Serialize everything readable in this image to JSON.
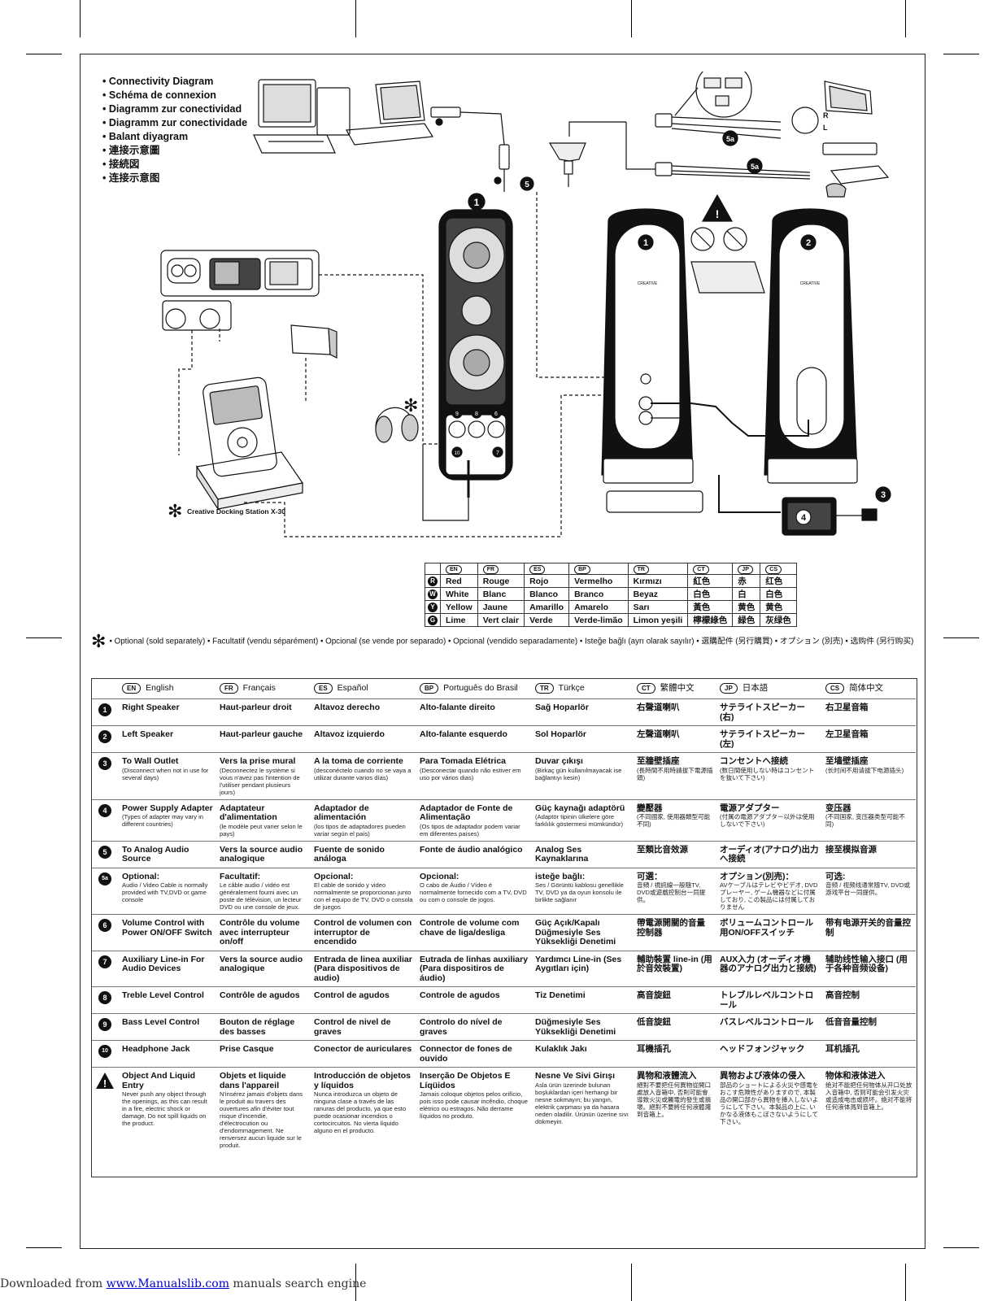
{
  "bullets": [
    "Connectivity Diagram",
    "Schéma de connexion",
    "Diagramm zur conectividad",
    "Diagramm zur conectividade",
    "Balant diyagram",
    "連接示意圖",
    "接続図",
    "连接示意图"
  ],
  "diagram": {
    "star_symbol": "✻",
    "dock_label": "Creative Docking Station X-30",
    "brand": "CREATIVE",
    "label_5": "5",
    "label_5a": "5a",
    "port_r": "R",
    "port_l": "L",
    "callouts": [
      "1",
      "2",
      "3",
      "4",
      "6",
      "7",
      "8",
      "9",
      "10"
    ]
  },
  "color_table": {
    "langs": [
      "EN",
      "FR",
      "ES",
      "BP",
      "TR",
      "CT",
      "JP",
      "CS"
    ],
    "rows": [
      {
        "key": "R",
        "cells": [
          "Red",
          "Rouge",
          "Rojo",
          "Vermelho",
          "Kırmızı",
          "紅色",
          "赤",
          "红色"
        ]
      },
      {
        "key": "W",
        "cells": [
          "White",
          "Blanc",
          "Blanco",
          "Branco",
          "Beyaz",
          "白色",
          "白",
          "白色"
        ]
      },
      {
        "key": "Y",
        "cells": [
          "Yellow",
          "Jaune",
          "Amarillo",
          "Amarelo",
          "Sarı",
          "黃色",
          "黄色",
          "黄色"
        ]
      },
      {
        "key": "G",
        "cells": [
          "Lime",
          "Vert clair",
          "Verde",
          "Verde-limão",
          "Limon yeşili",
          "檸檬綠色",
          "緑色",
          "灰绿色"
        ]
      }
    ]
  },
  "optional_note": "• Optional (sold separately) • Facultatif (vendu séparément) • Opcional (se vende por separado) • Opcional (vendido separadamente) • Isteğe bağlı (ayrı olarak sayılır) • 選購配件 (另行購買) • オプション (別売) • 选购件 (另行购买)",
  "legend": {
    "headers": [
      {
        "code": "EN",
        "name": "English"
      },
      {
        "code": "FR",
        "name": "Français"
      },
      {
        "code": "ES",
        "name": "Español"
      },
      {
        "code": "BP",
        "name": "Português do Brasil"
      },
      {
        "code": "TR",
        "name": "Türkçe"
      },
      {
        "code": "CT",
        "name": "繁體中文"
      },
      {
        "code": "JP",
        "name": "日本語"
      },
      {
        "code": "CS",
        "name": "简体中文"
      }
    ],
    "rows": [
      {
        "num": "1",
        "cells": [
          {
            "t": "Right Speaker"
          },
          {
            "t": "Haut-parleur droit"
          },
          {
            "t": "Altavoz derecho"
          },
          {
            "t": "Alto-falante direito"
          },
          {
            "t": "Sağ Hoparlör"
          },
          {
            "t": "右聲道喇叭"
          },
          {
            "t": "サテライトスピーカー(右)"
          },
          {
            "t": "右卫星音箱"
          }
        ]
      },
      {
        "num": "2",
        "cells": [
          {
            "t": "Left Speaker"
          },
          {
            "t": "Haut-parleur gauche"
          },
          {
            "t": "Altavoz izquierdo"
          },
          {
            "t": "Alto-falante esquerdo"
          },
          {
            "t": "Sol Hoparlör"
          },
          {
            "t": "左聲道喇叭"
          },
          {
            "t": "サテライトスピーカー(左)"
          },
          {
            "t": "左卫星音箱"
          }
        ]
      },
      {
        "num": "3",
        "cells": [
          {
            "t": "To Wall Outlet",
            "s": "(Disconnect when not in use for several days)"
          },
          {
            "t": "Vers la prise mural",
            "s": "(Deconnectez le système si vous n'avez pas l'intention de l'utiliser pendant plusieurs jours)"
          },
          {
            "t": "A la toma de corriente",
            "s": "(desconéctelo cuando no se vaya a utilizar durante varios días)"
          },
          {
            "t": "Para Tomada Elétrica",
            "s": "(Desconectar quando não estiver em uso por vários dias)"
          },
          {
            "t": "Duvar çıkışı",
            "s": "(Birkaç gün kullanılmayacak ise bağlantıyı kesin)"
          },
          {
            "t": "至牆壁插座",
            "s": "(長時間不用時請拔下電源插頭)"
          },
          {
            "t": "コンセントへ接続",
            "s": "(数日間使用しない時はコンセントを抜いて下さい)"
          },
          {
            "t": "至墙壁插座",
            "s": "(长时间不用请拔下电源插头)"
          }
        ]
      },
      {
        "num": "4",
        "cells": [
          {
            "t": "Power Supply Adapter",
            "s": "(Types of adapter may vary in different countries)"
          },
          {
            "t": "Adaptateur d'alimentation",
            "s": "(le modèle peut varier selon le pays)"
          },
          {
            "t": "Adaptador de alimentación",
            "s": "(los tipos de adaptadores pueden variar según el país)"
          },
          {
            "t": "Adaptador de Fonte de Alimentação",
            "s": "(Os tipos de adaptador podem variar em diferentes países)"
          },
          {
            "t": "Güç kaynağı adaptörü",
            "s": "(Adaptör tipinin ülkelere göre farklılık göstermesi mümkündür)"
          },
          {
            "t": "變壓器",
            "s": "(不同國家, 使用器類型可能不同)"
          },
          {
            "t": "電源アダプター",
            "s": "(付属の電源アダプター以外は使用しないで下さい)"
          },
          {
            "t": "变压器",
            "s": "(不同国家, 变压器类型可能不同)"
          }
        ]
      },
      {
        "num": "5",
        "cells": [
          {
            "t": "To Analog Audio Source"
          },
          {
            "t": "Vers la source audio analogique"
          },
          {
            "t": "Fuente de sonido análoga"
          },
          {
            "t": "Fonte de áudio analógico"
          },
          {
            "t": "Analog Ses Kaynaklarına"
          },
          {
            "t": "至類比音效源"
          },
          {
            "t": "オーディオ(アナログ)出力へ接続"
          },
          {
            "t": "接至模拟音源"
          }
        ]
      },
      {
        "num": "5a",
        "cells": [
          {
            "t": "Optional:",
            "s": "Audio / Video Cable is normally provided with TV,DVD or game console"
          },
          {
            "t": "Facultatif:",
            "s": "Le câble audio / vidéo est généralement fourni avec un poste de télévision, un lecteur DVD ou une console de jeux."
          },
          {
            "t": "Opcional:",
            "s": "El cable de sonido y video normalmente se proporcionan junto con el equipo de TV, DVD o consola de juegos"
          },
          {
            "t": "Opcional:",
            "s": "O cabo de Áudio / Vídeo é normalmente fornecido com a TV, DVD ou com o console de jogos."
          },
          {
            "t": "isteğe bağlı:",
            "s": "Ses / Görüntü kablosu genellikle TV, DVD ya da oyun konsolu ile birlikte sağlanır"
          },
          {
            "t": "可選：",
            "s": "音頻 / 視訊線一般隨TV, DVD或遊戲控制台一同提供。"
          },
          {
            "t": "オプション(別売)：",
            "s": "AVケーブルはテレビやビデオ, DVDプレーヤー, ゲーム機器などに付属しており, この製品には付属しておりません"
          },
          {
            "t": "可选:",
            "s": "音频 / 视频线通常随TV, DVD或游戏平台一同提供。"
          }
        ]
      },
      {
        "num": "6",
        "cells": [
          {
            "t": "Volume Control with Power ON/OFF Switch"
          },
          {
            "t": "Contrôle du volume avec interrupteur on/off"
          },
          {
            "t": "Control de volumen con interruptor de encendido"
          },
          {
            "t": "Controle de volume com chave de liga/desliga"
          },
          {
            "t": "Güç Açık/Kapalı Düğmesiyle Ses Yüksekliği Denetimi"
          },
          {
            "t": "帶電源開關的音量控制器"
          },
          {
            "t": "ボリュームコントロール用ON/OFFスイッチ"
          },
          {
            "t": "带有电源开关的音量控制"
          }
        ]
      },
      {
        "num": "7",
        "cells": [
          {
            "t": "Auxiliary Line-in For Audio Devices"
          },
          {
            "t": "Vers la source audio analogique"
          },
          {
            "t": "Entrada de linea auxiliar (Para dispositivos de audio)"
          },
          {
            "t": "Eutrada de linhas auxiliary (Para dispositiros de áudio)"
          },
          {
            "t": "Yardımcı Line-in (Ses Aygıtları için)"
          },
          {
            "t": "輔助裝置 line-in (用於音效裝置)"
          },
          {
            "t": "AUX入力 (オーディオ機器のアナログ出力と接続)"
          },
          {
            "t": "辅助线性输入接口 (用于各种音频设备)"
          }
        ]
      },
      {
        "num": "8",
        "cells": [
          {
            "t": "Treble Level Control"
          },
          {
            "t": "Contrôle de agudos"
          },
          {
            "t": "Control de agudos"
          },
          {
            "t": "Controle de agudos"
          },
          {
            "t": "Tiz Denetimi"
          },
          {
            "t": "高音旋鈕"
          },
          {
            "t": "トレブルレベルコントロール"
          },
          {
            "t": "高音控制"
          }
        ]
      },
      {
        "num": "9",
        "cells": [
          {
            "t": "Bass Level Control"
          },
          {
            "t": "Bouton de réglage des basses"
          },
          {
            "t": "Control de nivel de graves"
          },
          {
            "t": "Controlo do nível de graves"
          },
          {
            "t": "Düğmesiyle Ses Yüksekliği Denetimi"
          },
          {
            "t": "低音旋鈕"
          },
          {
            "t": "バスレベルコントロール"
          },
          {
            "t": "低音音量控制"
          }
        ]
      },
      {
        "num": "10",
        "cells": [
          {
            "t": "Headphone Jack"
          },
          {
            "t": "Prise Casque"
          },
          {
            "t": "Conector de auriculares"
          },
          {
            "t": "Connector de fones de ouvido"
          },
          {
            "t": "Kulaklık Jakı"
          },
          {
            "t": "耳機插孔"
          },
          {
            "t": "ヘッドフォンジャック"
          },
          {
            "t": "耳机插孔"
          }
        ]
      },
      {
        "num": "!",
        "cells": [
          {
            "t": "Object And Liquid Entry",
            "s": "Never push any object through the openings, as this can result in a fire, electric shock or damage. Do not spill liquids on the product."
          },
          {
            "t": "Objets et liquide dans l'appareil",
            "s": "N'insérez jamais d'objets dans le produit au travers des ouvertures afin d'éviter tout risque d'incendie, d'électrocution ou d'endommagement. Ne renversez aucun liquide sur le produit."
          },
          {
            "t": "Introducción de objetos y líquidos",
            "s": "Nunca introduzca un objeto de ninguna clase a través de las ranuras del producto, ya que esto puede ocasionar incendios o cortocircuitos. No vierta líquido alguno en el producto."
          },
          {
            "t": "Inserção De Objetos E Líqüidos",
            "s": "Jamais coloque objetos pelos orifício, pois isso pode causar incêndio, choque elétrico ou estragos. Não derrame líquidos no produto."
          },
          {
            "t": "Nesne Ve Sivi Girışı",
            "s": "Asla ürün üzerinde bulunan boşluklardan içeri herhangi bir nesne sokmayın; bu yangın, elektrik çarpması ya da hasara neden oladilir. Ürünün üzerine sıvı dökmeyin."
          },
          {
            "t": "異物和液體流入",
            "s": "絕對不要把任何異物從開口處放入音箱中, 否則可能會導致火災或觸電的發生或損壞。絕對不要將任何液體濺到音箱上。"
          },
          {
            "t": "異物および液体の侵入",
            "s": "部品のショートによる火災や感電をおこす危険性がありますので, 本製品の開口部から異物を挿入しないようにして下さい。本製品の上に, いかなる液体もこぼさないようにして下さい。"
          },
          {
            "t": "物体和液体进入",
            "s": "绝对不能把任何物体从开口处放入音箱中, 否则可能会引发火灾或造成电击或损坏。绝对不能将任何液体溅到音箱上。"
          }
        ]
      }
    ]
  },
  "footer": {
    "prefix": "Downloaded from ",
    "link": "www.Manualslib.com",
    "suffix": " manuals search engine"
  }
}
